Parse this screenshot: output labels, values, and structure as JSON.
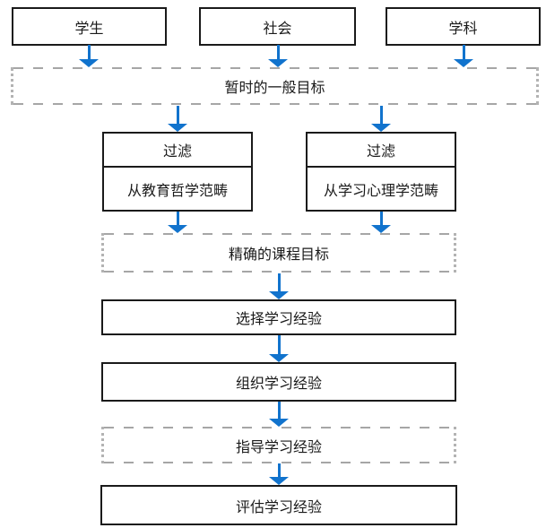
{
  "diagram": {
    "kind": "flowchart",
    "colors": {
      "arrow_color": "#1173cd",
      "box_border": "#1a1a1a",
      "dash_color": "#a6a6a6"
    },
    "nodes": {
      "sources": [
        {
          "label": "学生"
        },
        {
          "label": "社会"
        },
        {
          "label": "学科"
        }
      ],
      "tentative_goal": {
        "label": "暂时的一般目标"
      },
      "filters": [
        {
          "header": "过滤",
          "body": "从教育哲学范畴"
        },
        {
          "header": "过滤",
          "body": "从学习心理学范畴"
        }
      ],
      "precise_goal": {
        "label": "精确的课程目标"
      },
      "select_experience": {
        "label": "选择学习经验"
      },
      "organize_experience": {
        "label": "组织学习经验"
      },
      "guide_experience": {
        "label": "指导学习经验"
      },
      "evaluate_experience": {
        "label": "评估学习经验"
      }
    }
  }
}
